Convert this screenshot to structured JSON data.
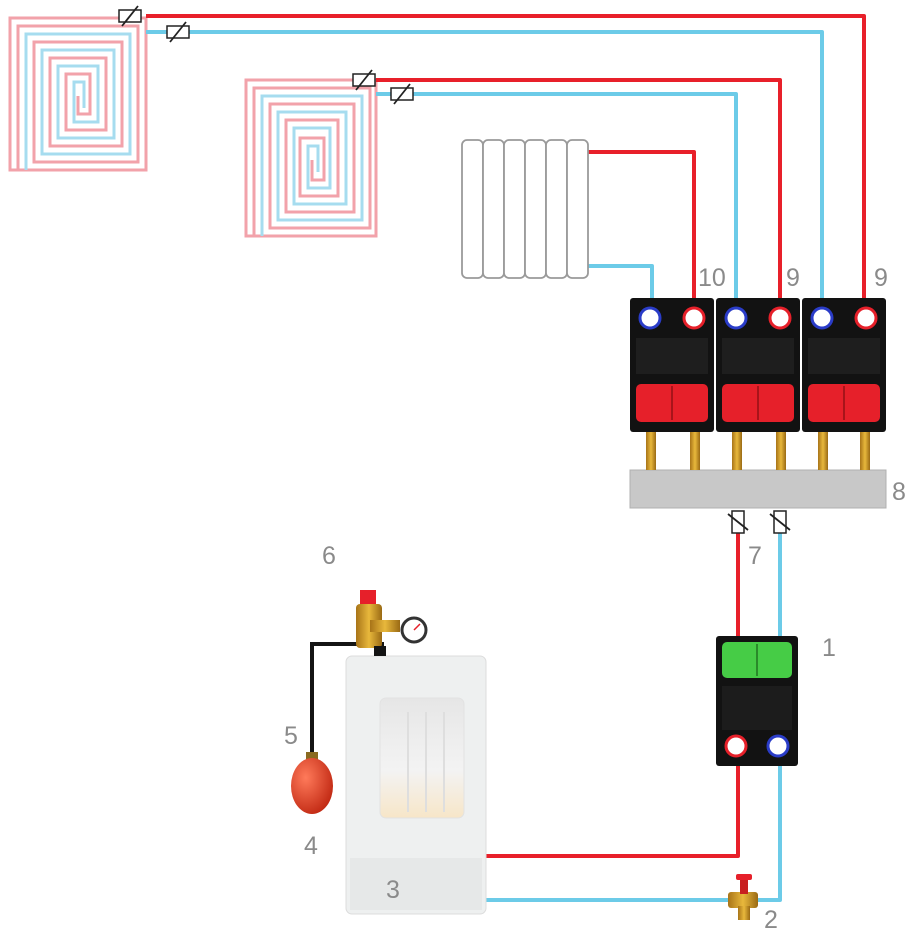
{
  "colors": {
    "supply": "#e8202a",
    "return": "#6ccbe8",
    "floor_supply": "#f2a2aa",
    "floor_return": "#a6dcef",
    "module_body": "#121212",
    "module_red": "#e6202a",
    "module_green": "#46cc46",
    "manifold": "#c8c8c8",
    "boiler": "#eef0f0",
    "label": "#8a8a8a"
  },
  "labels": {
    "l1": "1",
    "l2": "2",
    "l3": "3",
    "l4": "4",
    "l5": "5",
    "l6": "6",
    "l7": "7",
    "l8": "8",
    "l9a": "9",
    "l9b": "9",
    "l10": "10"
  },
  "icons": {
    "floor_circuit": "spiral-heating-coil",
    "radiator": "radiator-icon",
    "pump_module": "pump-group-icon",
    "valve": "balancing-valve-icon",
    "boiler": "pellet-boiler-icon",
    "expansion_vessel": "expansion-vessel-icon",
    "safety_group": "safety-valve-gauge-icon",
    "drain_valve": "drain-tap-icon"
  }
}
